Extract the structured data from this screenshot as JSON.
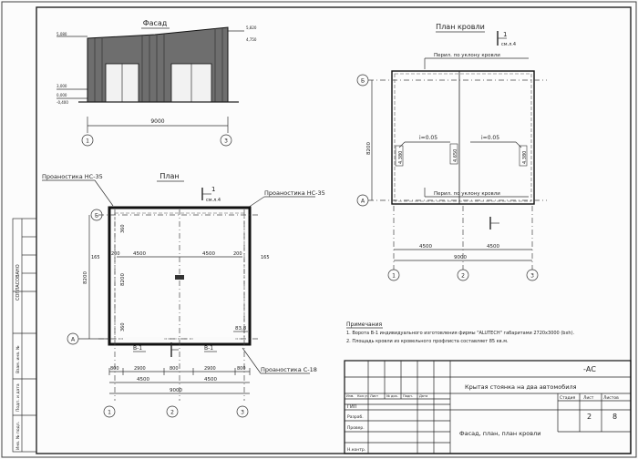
{
  "facade": {
    "title": "Фасад",
    "dim_total": "9000",
    "axis_left": "1",
    "axis_right": "3",
    "lvl_left_top": "5,080",
    "lvl_right_top": "5,820",
    "lvl_right_mid": "4,750",
    "lvl_mid1": "3,000",
    "lvl_mid2": "0,000",
    "lvl_bottom": "-0,400"
  },
  "plan": {
    "title": "План",
    "section_num": "1",
    "section_sheet": "см.л.4",
    "flashing_left": "Проаностика НС-35",
    "flashing_right": "Проаностика НС-35",
    "flashing_bottom": "Проаностика С-18",
    "axis_b": "Б",
    "axis_a": "А",
    "dim_overall_v": "8200",
    "dim_165_l": "165",
    "dim_165_r": "165",
    "dim_360_t": "360",
    "dim_360_b": "360",
    "dim_8200_in": "8200",
    "dim_4500_l": "4500",
    "dim_4500_r": "4500",
    "dim_200_l": "200",
    "dim_200_r": "200",
    "gate1": "В-1",
    "gate2": "В-1",
    "area_mark": "83,8",
    "seg_800_1": "800",
    "seg_2900_1": "2900",
    "seg_800_2": "800",
    "seg_2900_2": "2900",
    "seg_800_3": "800",
    "sub_4500_1": "4500",
    "sub_4500_2": "4500",
    "dim_total": "9000",
    "axis_1": "1",
    "axis_2": "2",
    "axis_3": "3"
  },
  "roof": {
    "title": "План кровли",
    "section_num": "1",
    "section_sheet": "см.л.4",
    "slope_top": "Перил. по уклону кровли",
    "slope_bottom": "Перил. по уклону кровли",
    "axis_b": "Б",
    "axis_a": "А",
    "dim_side": "8200",
    "slope1": "i=0.05",
    "slope2": "i=0.05",
    "h_left": "4.380",
    "h_mid": "4.650",
    "h_right": "4.380",
    "dim_4500_l": "4500",
    "dim_4500_r": "4500",
    "dim_total": "9000",
    "axis_1": "1",
    "axis_2": "2",
    "axis_3": "3"
  },
  "notes": {
    "heading": "Примечания",
    "line1": "1. Ворота В-1 индивидуального изготовления фирмы \"ALUTECH\" габаритами 2720х3000 (bxh).",
    "line2": "2. Площадь кровли из кровельного профлиста составляет 85 кв.м."
  },
  "stamp": {
    "code": "-АС",
    "project": "Крытая стоянка на два автомобиля",
    "sheet_name": "Фасад, план, план кровли",
    "h_izm": "Изм.",
    "h_kol": "Кол.уч",
    "h_list": "Лист",
    "h_ndok": "№ док.",
    "h_podp": "Подп.",
    "h_data": "Дата",
    "r_gip": "ГИП",
    "r_razr": "Разраб.",
    "r_prov": "Провер.",
    "r_nkontr": "Н.контр.",
    "h_stadia": "Стадия",
    "h_sheet": "Лист",
    "h_sheets": "Листов",
    "v_sheet": "2",
    "v_sheets": "8"
  },
  "margin": {
    "agreed": "СОГЛАСОВАНО",
    "inv_podl": "Инв. № подл.",
    "podp_data": "Подп. и дата",
    "vzam_inv": "Взам. инв. №"
  }
}
